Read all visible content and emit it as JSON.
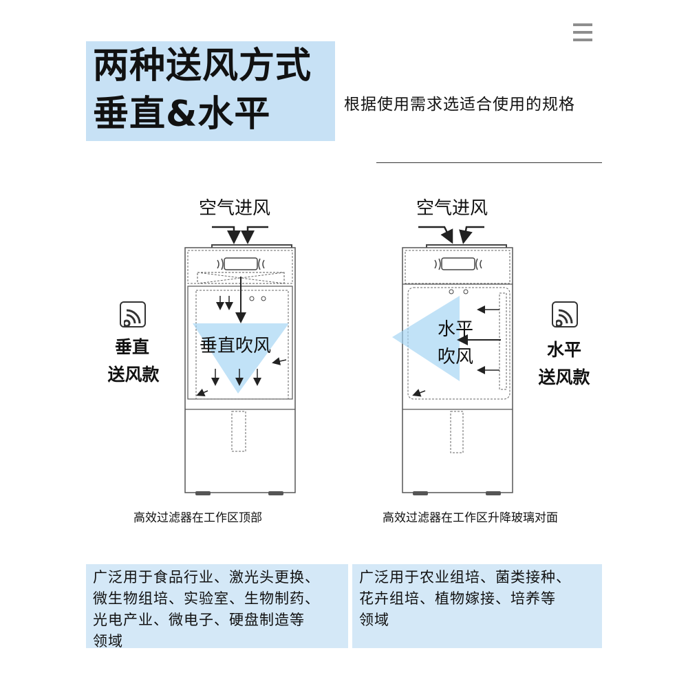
{
  "header": {
    "title_line1": "两种送风方式",
    "title_line2": "垂直&水平",
    "subtitle": "根据使用需求选适合使用的规格"
  },
  "icons": {
    "menu": "menu-icon",
    "mode_badge": "wind-signal-icon"
  },
  "colors": {
    "title_bg": "#c7e1f5",
    "usage_bg": "#d4e8f7",
    "airflow": "#9fd3f2"
  },
  "vertical": {
    "intake_label": "空气进风",
    "blow_label": "垂直吹风",
    "side_label_line1": "垂直",
    "side_label_line2": "送风款",
    "caption": "高效过滤器在工作区顶部",
    "usage_lines": [
      "广泛用于食品行业、激光头更换、",
      "微生物组培、实验室、生物制药、",
      "光电产业、微电子、硬盘制造等",
      "领域"
    ]
  },
  "horizontal": {
    "intake_label": "空气进风",
    "blow_label_line1": "水平",
    "blow_label_line2": "吹风",
    "side_label_line1": "水平",
    "side_label_line2": "送风款",
    "caption": "高效过滤器在工作区升降玻璃对面",
    "usage_lines": [
      "广泛用于农业组培、菌类接种、",
      "花卉组培、植物嫁接、培养等",
      "领域"
    ]
  }
}
